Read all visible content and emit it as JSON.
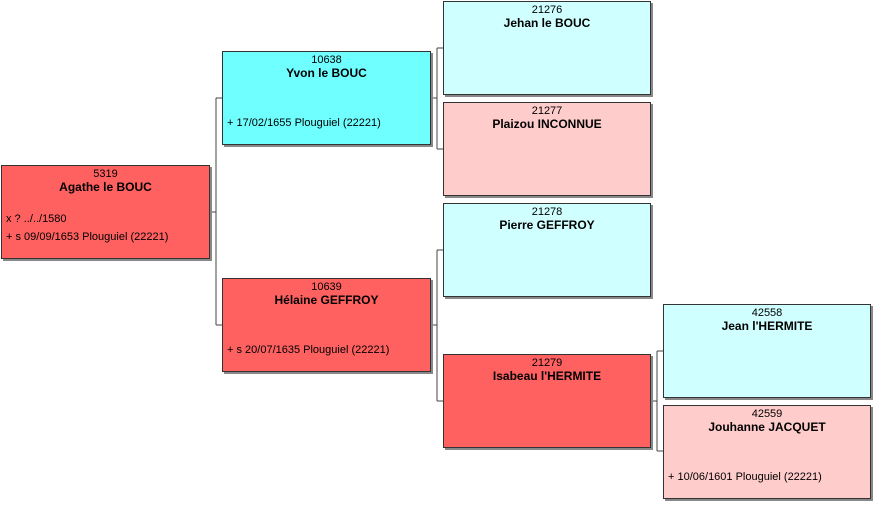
{
  "persons": {
    "p5319": {
      "num": "5319",
      "name": "Agathe le BOUC",
      "info1": "x ? ../../1580",
      "info2": "+ s 09/09/1653 Plouguiel (22221)"
    },
    "p10638": {
      "num": "10638",
      "name": "Yvon le BOUC",
      "info1": "+ 17/02/1655 Plouguiel (22221)"
    },
    "p10639": {
      "num": "10639",
      "name": "Hélaine GEFFROY",
      "info1": "+ s 20/07/1635 Plouguiel (22221)"
    },
    "p21276": {
      "num": "21276",
      "name": "Jehan le BOUC"
    },
    "p21277": {
      "num": "21277",
      "name": "Plaizou INCONNUE"
    },
    "p21278": {
      "num": "21278",
      "name": "Pierre GEFFROY"
    },
    "p21279": {
      "num": "21279",
      "name": "Isabeau l'HERMITE"
    },
    "p42558": {
      "num": "42558",
      "name": "Jean l'HERMITE"
    },
    "p42559": {
      "num": "42559",
      "name": "Jouhanne JACQUET",
      "info1": "+ 10/06/1601 Plouguiel (22221)"
    }
  },
  "colors": {
    "male_highlight": "#70ffff",
    "female_highlight": "#ff6060",
    "male_plain": "#d0ffff",
    "female_plain": "#ffcccc"
  }
}
